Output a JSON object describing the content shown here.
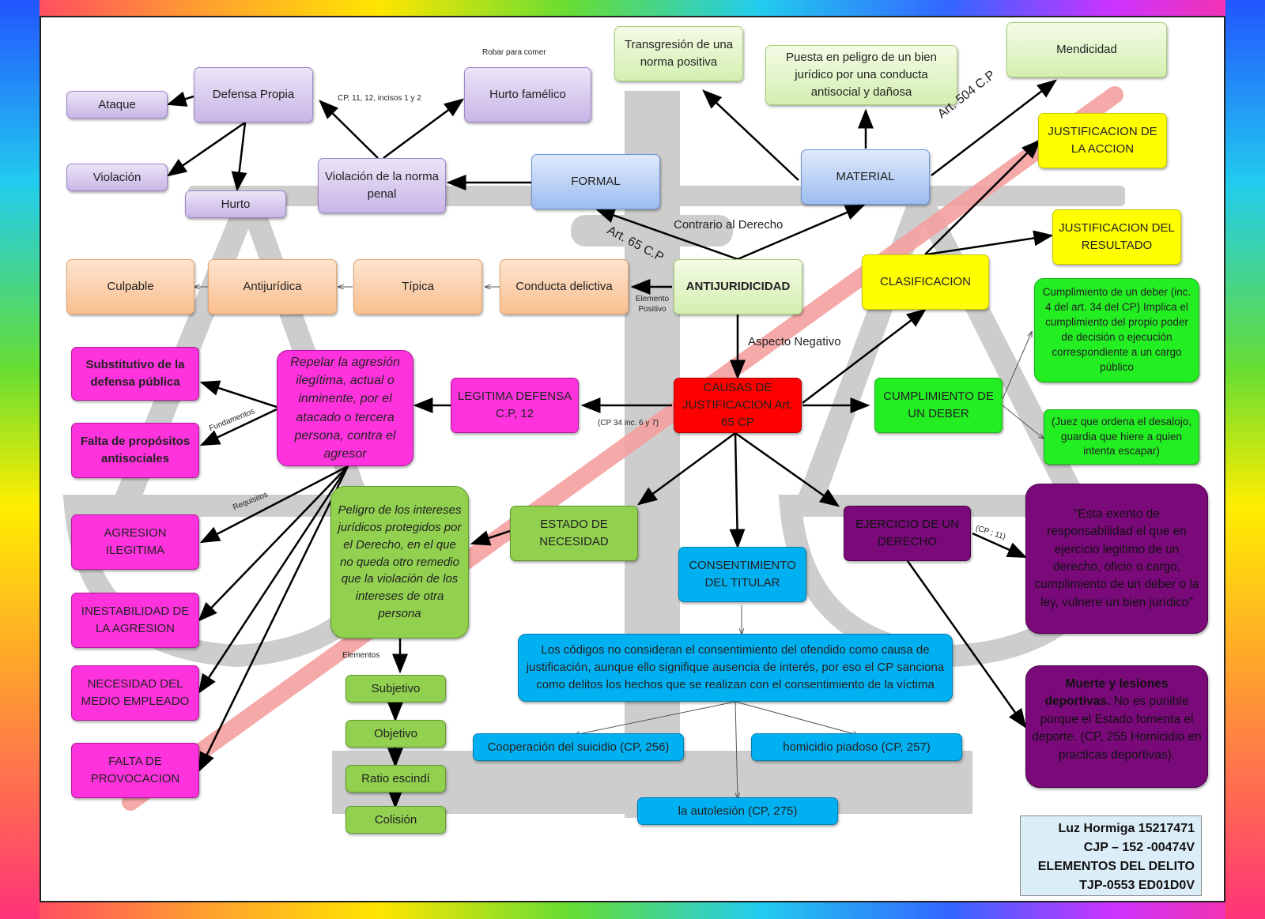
{
  "nodes": {
    "transgresion": "Transgresión de una norma positiva",
    "puesta_peligro": "Puesta en peligro de un bien jurídico por una conducta antisocial y dañosa",
    "mendicidad": "Mendicidad",
    "robar_para_comer": "Robar para comer",
    "defensa_propia": "Defensa Propia",
    "hurto_famelico": "Hurto famélico",
    "ataque": "Ataque",
    "violacion": "Violación",
    "hurto": "Hurto",
    "cp_incisos": "CP, 11, 12, incisos 1 y 2",
    "violacion_norma": "Violación de la norma penal",
    "formal": "FORMAL",
    "material": "MATERIAL",
    "art504": "Art. 504 C.P",
    "just_accion": "JUSTIFICACION DE LA ACCION",
    "just_resultado": "JUSTIFICACION DEL RESULTADO",
    "contrario_derecho": "Contrario al Derecho",
    "art65": "Art. 65 C.P",
    "culpable": "Culpable",
    "antijuridica": "Antijurídica",
    "tipica": "Típica",
    "conducta": "Conducta delictiva",
    "antijuridicidad": "ANTIJURIDICIDAD",
    "clasificacion": "CLASIFICACION",
    "elemento_positivo": "Elemento Positivo",
    "aspecto_negativo": "Aspecto Negativo",
    "cumpl_deber_desc": "Cumplimiento de un deber (inc. 4 del art. 34 del CP) Implica el cumplimiento del propio poder de decisión o ejecución correspondiente a un cargo público",
    "sustitutivo": "Substitutivo de la defensa pública",
    "repeler": "Repelar la agresión ilegítima, actual o inminente, por el atacado o tercera persona, contra el agresor",
    "legitima_defensa": "LEGITIMA DEFENSA C.P, 12",
    "causas": "CAUSAS DE JUSTIFICACION Art. 65 CP",
    "cumplimiento_deber": "CUMPLIMIENTO DE UN DEBER",
    "juez": "(Juez que ordena el desalojo, guardia que hiere a quien intenta escapar)",
    "fundamentos": "Fundamentos",
    "falta_propositos": "Falta de propósitos antisociales",
    "cp34": "(CP 34 inc. 6 y 7)",
    "requisitos": "Requisitos",
    "agresion_ilegitima": "AGRESION ILEGITIMA",
    "peligro": "Peligro de los intereses jurídicos protegidos por el Derecho, en el que no queda otro remedio que la violación de los intereses de otra persona",
    "estado_necesidad": "ESTADO DE NECESIDAD",
    "ejercicio": "EJERCICIO DE UN DERECHO",
    "cp11": "(CP ; 11)",
    "esta_exento": "\"Esta exento de responsabilidad el que en ejercicio legitimo de un derecho, oficio o cargo, cumplimiento de un deber o la ley, vulnere un bien jurídico\"",
    "consentimiento": "CONSENTIMIENTO DEL TITULAR",
    "inestabilidad": "INESTABILIDAD DE LA AGRESION",
    "necesidad_medio": "NECESIDAD DEL MEDIO EMPLEADO",
    "falta_provocacion": "FALTA DE PROVOCACION",
    "elementos": "Elementos",
    "subjetivo": "Subjetivo",
    "objetivo": "Objetivo",
    "ratio": "Ratio escindí",
    "colision": "Colisión",
    "codigos": "Los códigos no consideran el consentimiento del ofendido como causa de justificación, aunque ello signifique ausencia de interés, por eso el CP sanciona como delitos los hechos que se realizan con el consentimiento de la víctima",
    "cooperacion": "Cooperación del suicidio (CP, 256)",
    "homicidio": "homicidio piadoso (CP, 257)",
    "autolesion": "la autolesión (CP, 275)",
    "muerte_bold": "Muerte y lesiones deportivas.",
    "muerte_rest": " No es punible porque el Estado fomenta el deporte. (CP, 255 Homicidio en practicas deportivas)."
  },
  "signature": {
    "line1": "Luz Hormiga 15217471",
    "line2": "CJP – 152 -00474V",
    "line3": "ELEMENTOS DEL DELITO",
    "line4": "TJP-0553 ED01D0V"
  },
  "colors": {
    "red_slash": "#f4a0a0",
    "watermark": "#c8c8c8"
  }
}
